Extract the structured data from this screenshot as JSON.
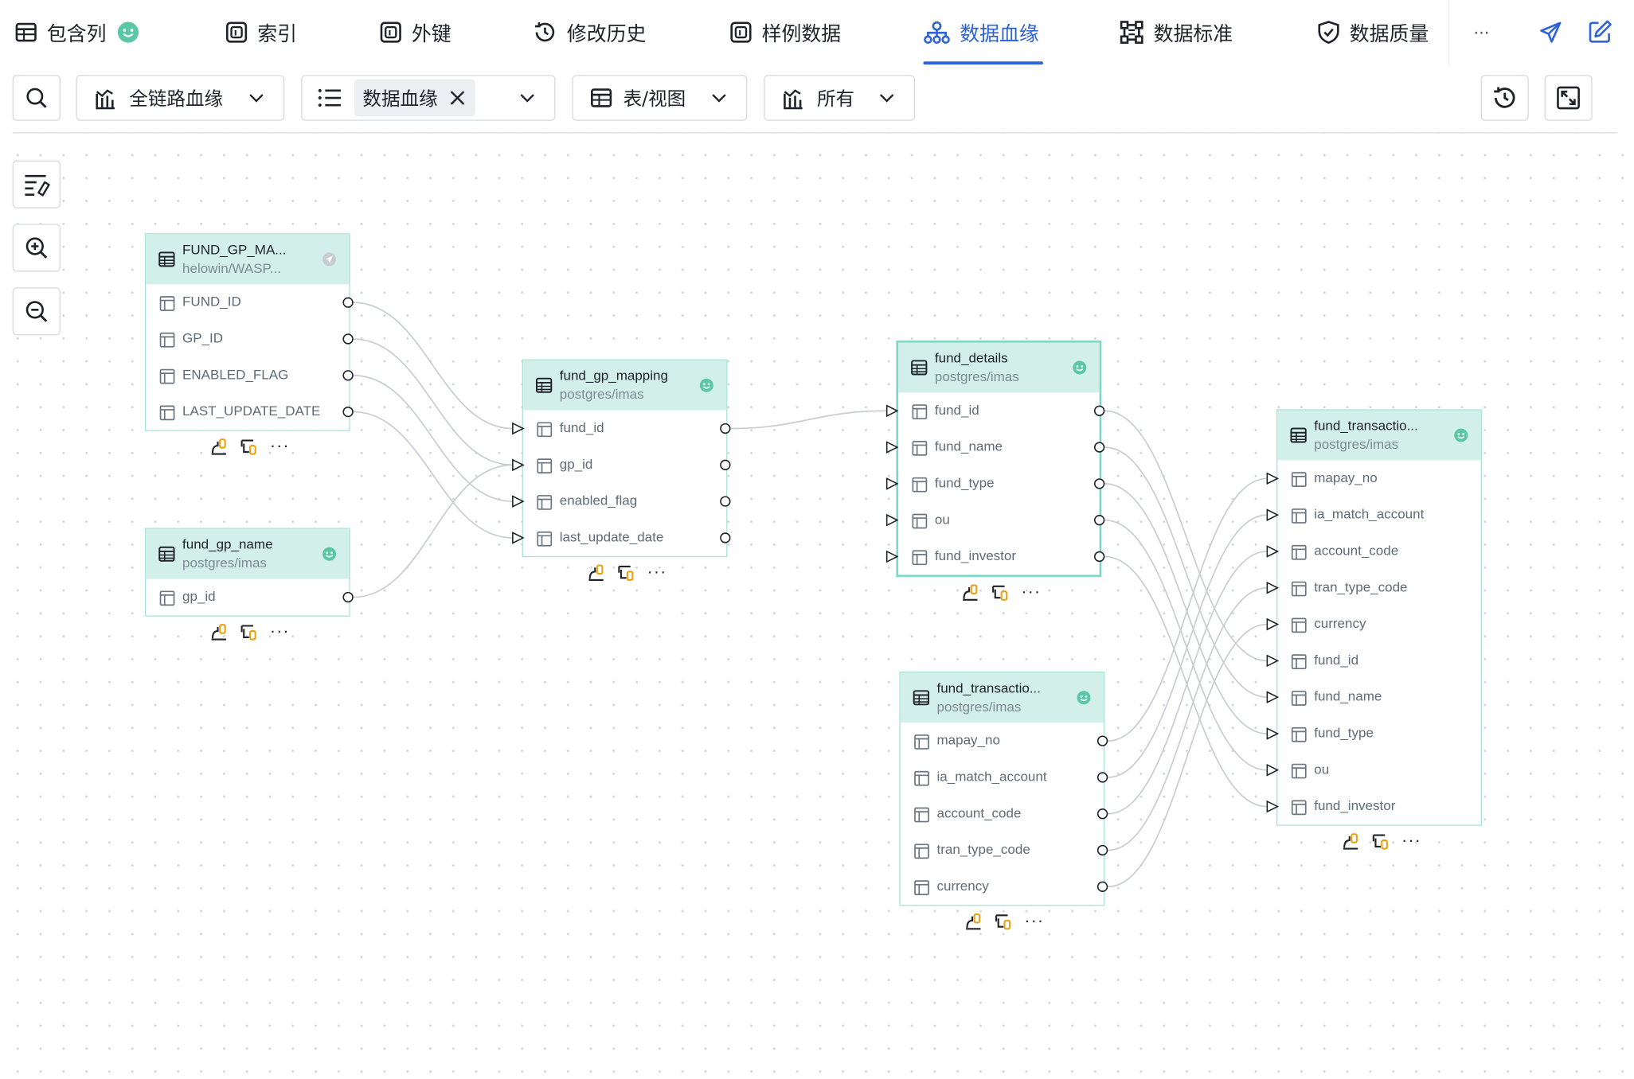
{
  "colors": {
    "accent": "#2e62d9",
    "node_header": "#d2f0e9",
    "node_border": "#a9e3d5",
    "badge": "#5bc7a4",
    "icon_orange": "#e8a10f"
  },
  "top_tabs": [
    {
      "label": "包含列",
      "icon": "table-icon"
    },
    {
      "label": "索引",
      "icon": "index-icon"
    },
    {
      "label": "外键",
      "icon": "foreign-key-icon"
    },
    {
      "label": "修改历史",
      "icon": "history-icon"
    },
    {
      "label": "样例数据",
      "icon": "sample-data-icon"
    },
    {
      "label": "数据血缘",
      "icon": "lineage-icon",
      "active": true
    },
    {
      "label": "数据标准",
      "icon": "standard-icon"
    },
    {
      "label": "数据质量",
      "icon": "shield-check-icon"
    }
  ],
  "more_label": "···",
  "toolbar": {
    "scope": "全链路血缘",
    "lineage_chip": "数据血缘",
    "object_type": "表/视图",
    "filter": "所有"
  },
  "graph": {
    "nodes": [
      {
        "title": "FUND_GP_MA...",
        "subtitle": "helowin/WASP...",
        "columns": [
          "FUND_ID",
          "GP_ID",
          "ENABLED_FLAG",
          "LAST_UPDATE_DATE"
        ]
      },
      {
        "title": "fund_gp_name",
        "subtitle": "postgres/imas",
        "columns": [
          "gp_id"
        ]
      },
      {
        "title": "fund_gp_mapping",
        "subtitle": "postgres/imas",
        "columns": [
          "fund_id",
          "gp_id",
          "enabled_flag",
          "last_update_date"
        ]
      },
      {
        "title": "fund_details",
        "subtitle": "postgres/imas",
        "columns": [
          "fund_id",
          "fund_name",
          "fund_type",
          "ou",
          "fund_investor"
        ]
      },
      {
        "title": "fund_transactio...",
        "subtitle": "postgres/imas",
        "columns": [
          "mapay_no",
          "ia_match_account",
          "account_code",
          "tran_type_code",
          "currency"
        ]
      },
      {
        "title": "fund_transactio...",
        "subtitle": "postgres/imas",
        "columns": [
          "mapay_no",
          "ia_match_account",
          "account_code",
          "tran_type_code",
          "currency",
          "fund_id",
          "fund_name",
          "fund_type",
          "ou",
          "fund_investor"
        ]
      }
    ],
    "edges": [
      [
        "0.0",
        "2.0"
      ],
      [
        "0.1",
        "2.1"
      ],
      [
        "0.2",
        "2.2"
      ],
      [
        "0.3",
        "2.3"
      ],
      [
        "1.0",
        "2.1"
      ],
      [
        "2.0",
        "3.0"
      ],
      [
        "3.0",
        "5.5"
      ],
      [
        "3.1",
        "5.6"
      ],
      [
        "3.2",
        "5.7"
      ],
      [
        "3.3",
        "5.8"
      ],
      [
        "3.4",
        "5.9"
      ],
      [
        "4.0",
        "5.0"
      ],
      [
        "4.1",
        "5.1"
      ],
      [
        "4.2",
        "5.2"
      ],
      [
        "4.3",
        "5.3"
      ],
      [
        "4.4",
        "5.4"
      ]
    ]
  }
}
